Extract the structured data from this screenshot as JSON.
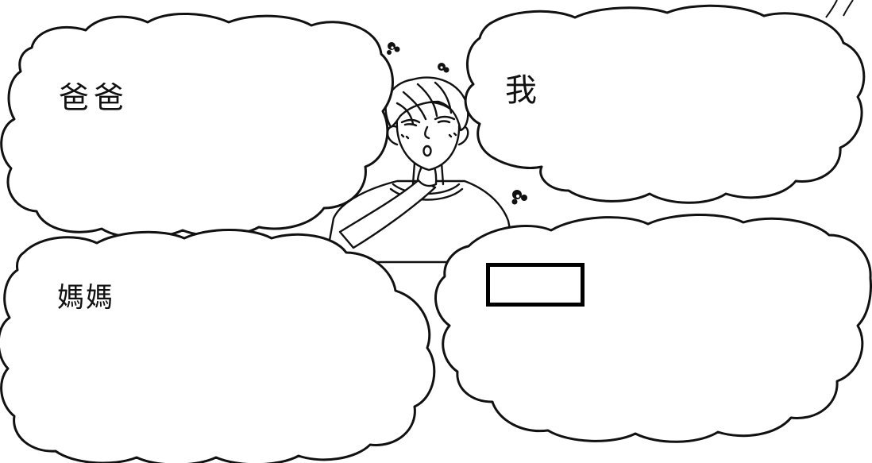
{
  "clouds": {
    "dad": {
      "label": "爸爸"
    },
    "me": {
      "label": "我"
    },
    "mom": {
      "label": "媽媽"
    },
    "blank": {
      "label": ""
    }
  },
  "figure": {
    "icon": "thinking-boy-illustration"
  },
  "colors": {
    "ink": "#111111",
    "paper": "#ffffff"
  }
}
